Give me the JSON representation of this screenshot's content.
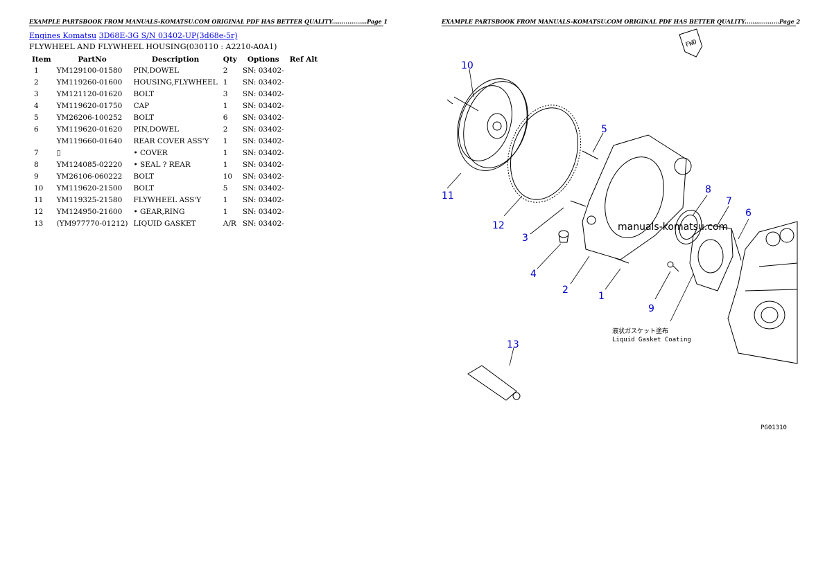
{
  "page1": {
    "header": "EXAMPLE PARTSBOOK FROM MANUALS-KOMATSU.COM ORIGINAL PDF HAS BETTER QUALITY..................Page 1",
    "breadcrumb_1": "Engines Komatsu",
    "breadcrumb_2": "3D68E-3G S/N 03402-UP(3d68e-5r)",
    "subtitle": "FLYWHEEL AND FLYWHEEL HOUSING(030110 : A2210-A0A1)",
    "columns": [
      "Item",
      "PartNo",
      "Description",
      "Qty",
      "Options",
      "Ref Alt"
    ],
    "rows": [
      {
        "item": "1",
        "partno": "YM129100-01580",
        "desc": "PIN,DOWEL",
        "qty": "2",
        "options": "SN: 03402-",
        "ref": ""
      },
      {
        "item": "2",
        "partno": "YM119260-01600",
        "desc": "HOUSING,FLYWHEEL",
        "qty": "1",
        "options": "SN: 03402-",
        "ref": ""
      },
      {
        "item": "3",
        "partno": "YM121120-01620",
        "desc": "BOLT",
        "qty": "3",
        "options": "SN: 03402-",
        "ref": ""
      },
      {
        "item": "4",
        "partno": "YM119620-01750",
        "desc": "CAP",
        "qty": "1",
        "options": "SN: 03402-",
        "ref": ""
      },
      {
        "item": "5",
        "partno": "YM26206-100252",
        "desc": "BOLT",
        "qty": "6",
        "options": "SN: 03402-",
        "ref": ""
      },
      {
        "item": "6",
        "partno": "YM119620-01620",
        "desc": "PIN,DOWEL",
        "qty": "2",
        "options": "SN: 03402-",
        "ref": ""
      },
      {
        "item": "",
        "partno": "YM119660-01640",
        "desc": "REAR COVER ASS'Y",
        "qty": "1",
        "options": "SN: 03402-",
        "ref": ""
      },
      {
        "item": "7",
        "partno": "▯",
        "desc": "• COVER",
        "qty": "1",
        "options": "SN: 03402-",
        "ref": ""
      },
      {
        "item": "8",
        "partno": "YM124085-02220",
        "desc": "• SEAL ? REAR",
        "qty": "1",
        "options": "SN: 03402-",
        "ref": ""
      },
      {
        "item": "9",
        "partno": "YM26106-060222",
        "desc": "BOLT",
        "qty": "10",
        "options": "SN: 03402-",
        "ref": ""
      },
      {
        "item": "10",
        "partno": "YM119620-21500",
        "desc": "BOLT",
        "qty": "5",
        "options": "SN: 03402-",
        "ref": ""
      },
      {
        "item": "11",
        "partno": "YM119325-21580",
        "desc": "FLYWHEEL ASS'Y",
        "qty": "1",
        "options": "SN: 03402-",
        "ref": ""
      },
      {
        "item": "12",
        "partno": "YM124950-21600",
        "desc": "• GEAR,RING",
        "qty": "1",
        "options": "SN: 03402-",
        "ref": ""
      },
      {
        "item": "13",
        "partno": "(YM977770-01212)",
        "desc": "LIQUID GASKET",
        "qty": "A/R",
        "options": "SN: 03402-",
        "ref": ""
      }
    ]
  },
  "page2": {
    "header": "EXAMPLE PARTSBOOK FROM MANUALS-KOMATSU.COM ORIGINAL PDF HAS BETTER QUALITY..................Page 2",
    "watermark": "manuals-komatsu.com",
    "fwd_label": "FWD",
    "coating_jp": "液状ガスケット塗布",
    "coating_en": "Liquid Gasket Coating",
    "figure_code": "PG01310",
    "callouts": [
      "10",
      "5",
      "11",
      "12",
      "8",
      "7",
      "6",
      "3",
      "4",
      "2",
      "1",
      "9",
      "13"
    ]
  }
}
